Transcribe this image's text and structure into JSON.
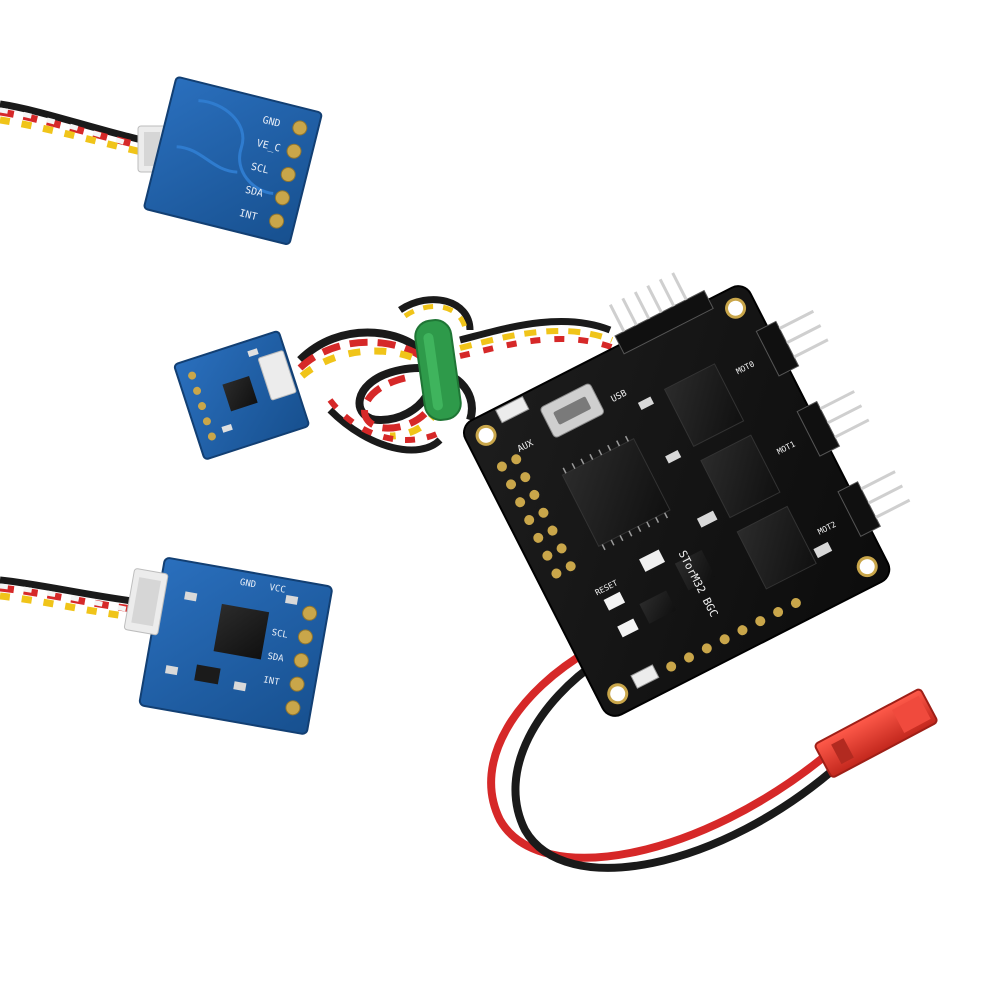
{
  "colors": {
    "background": "#ffffff",
    "pcb_black": "#141414",
    "pcb_blue": "#1f5fa8",
    "pcb_blue_dark": "#17508f",
    "wire_red": "#d62828",
    "wire_black": "#1a1a1a",
    "wire_yellow": "#f0c419",
    "wire_white": "#f4f4f4",
    "connector_white": "#ececec",
    "jst_red": "#e23a2e",
    "zip_green": "#2e9a4a",
    "pad_gold": "#c9a64a",
    "chip": "#1b1b1b"
  },
  "sensor_top": {
    "pins": [
      "GND",
      "VE_C",
      "SCL",
      "SDA",
      "INT"
    ]
  },
  "sensor_bottom": {
    "pins": [
      "GND",
      "VCC",
      "SCL",
      "SDA",
      "INT"
    ]
  },
  "controller": {
    "board_label": "STorM32 BGC",
    "labels": {
      "usb": "USB",
      "aux": "AUX",
      "reset": "RESET",
      "mot0": "MOT0",
      "mot1": "MOT1",
      "mot2": "MOT2"
    }
  }
}
